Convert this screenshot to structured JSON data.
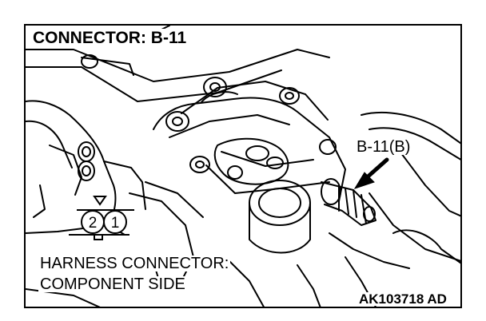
{
  "title": "CONNECTOR: B-11",
  "callout_label": "B-11(B)",
  "connector_pins": [
    "2",
    "1"
  ],
  "harness_line1": "HARNESS CONNECTOR:",
  "harness_line2": "COMPONENT SIDE",
  "figure_code": "AK103718 AD",
  "colors": {
    "ink": "#000000",
    "paper": "#ffffff"
  }
}
